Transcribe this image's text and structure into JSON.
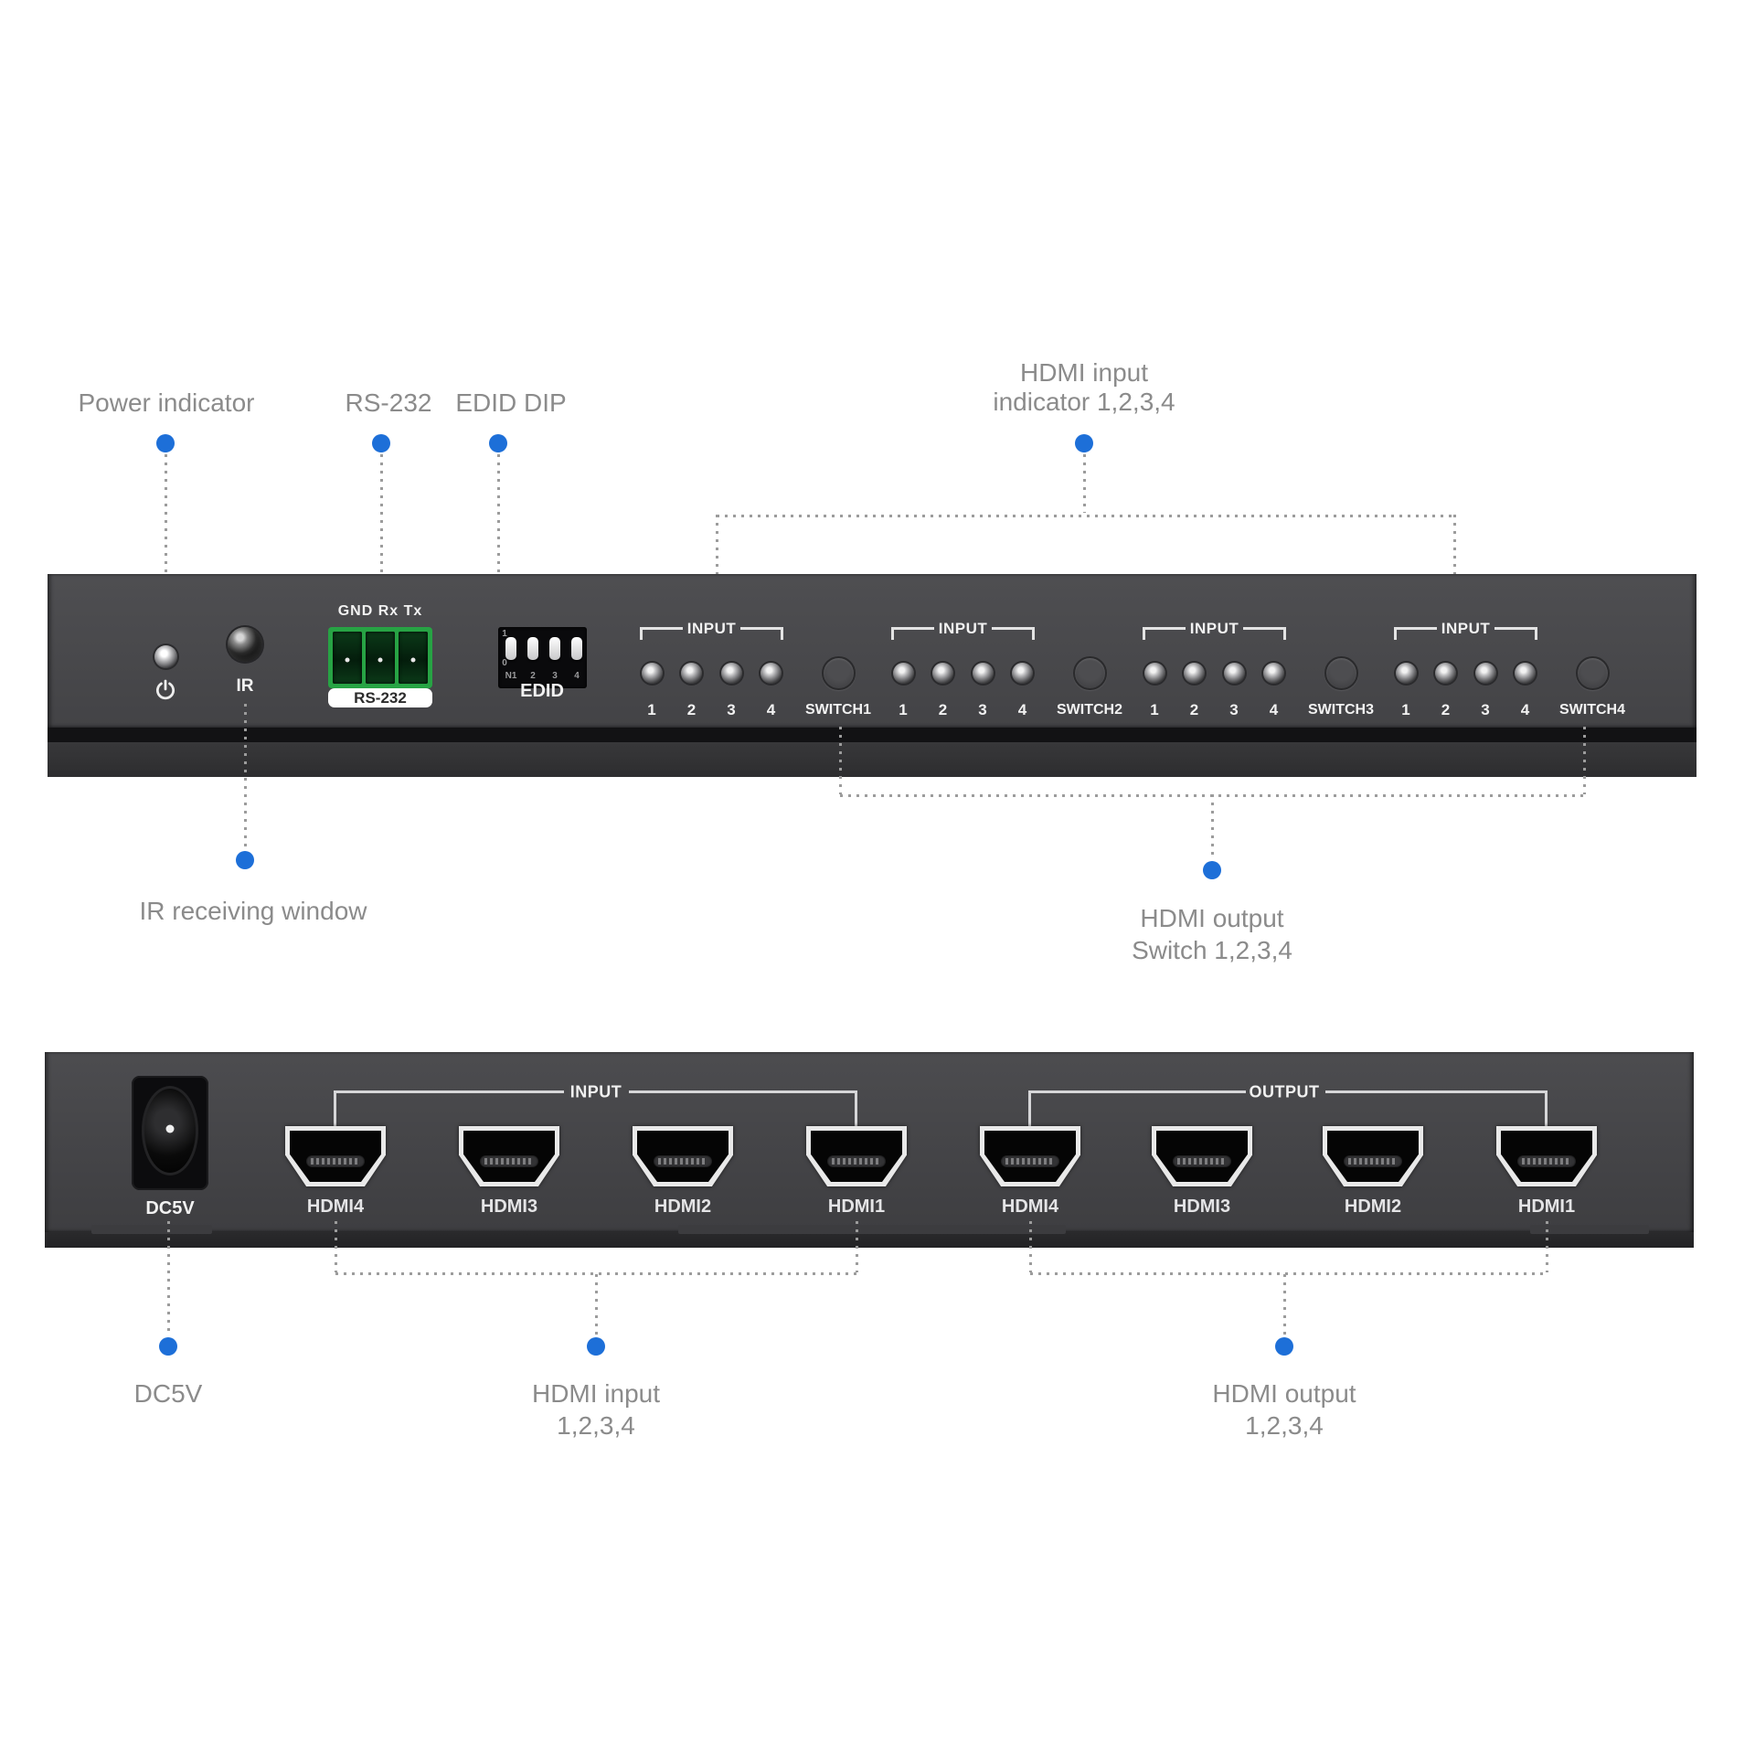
{
  "colors": {
    "accent_blue": "#1d6fd8",
    "terminal_green": "#27a344",
    "callout_gray": "#8b8b8b"
  },
  "callouts": {
    "power": "Power indicator",
    "rs232": "RS-232",
    "edid_dip": "EDID DIP",
    "hdmi_input_indicator": [
      "HDMI input",
      "indicator 1,2,3,4"
    ],
    "ir_window": "IR receiving window",
    "hdmi_output_switch": [
      "HDMI output",
      "Switch 1,2,3,4"
    ],
    "dc5v": "DC5V",
    "hdmi_input": [
      "HDMI input",
      "1,2,3,4"
    ],
    "hdmi_output": [
      "HDMI output",
      "1,2,3,4"
    ]
  },
  "front_panel": {
    "ir_label": "IR",
    "serial_pins_label": "GND Rx Tx",
    "serial_port_label": "RS-232",
    "dip": {
      "side_top": "1",
      "side_bottom": "0",
      "row_labels": [
        "N1",
        "2",
        "3",
        "4"
      ],
      "label": "EDID"
    },
    "groups": [
      {
        "bracket_label": "INPUT",
        "leds": [
          "1",
          "2",
          "3",
          "4"
        ],
        "switch_label": "SWITCH1"
      },
      {
        "bracket_label": "INPUT",
        "leds": [
          "1",
          "2",
          "3",
          "4"
        ],
        "switch_label": "SWITCH2"
      },
      {
        "bracket_label": "INPUT",
        "leds": [
          "1",
          "2",
          "3",
          "4"
        ],
        "switch_label": "SWITCH3"
      },
      {
        "bracket_label": "INPUT",
        "leds": [
          "1",
          "2",
          "3",
          "4"
        ],
        "switch_label": "SWITCH4"
      }
    ]
  },
  "rear_panel": {
    "dc_label": "DC5V",
    "input_bracket_label": "INPUT",
    "output_bracket_label": "OUTPUT",
    "input_ports": [
      "HDMI4",
      "HDMI3",
      "HDMI2",
      "HDMI1"
    ],
    "output_ports": [
      "HDMI4",
      "HDMI3",
      "HDMI2",
      "HDMI1"
    ]
  }
}
